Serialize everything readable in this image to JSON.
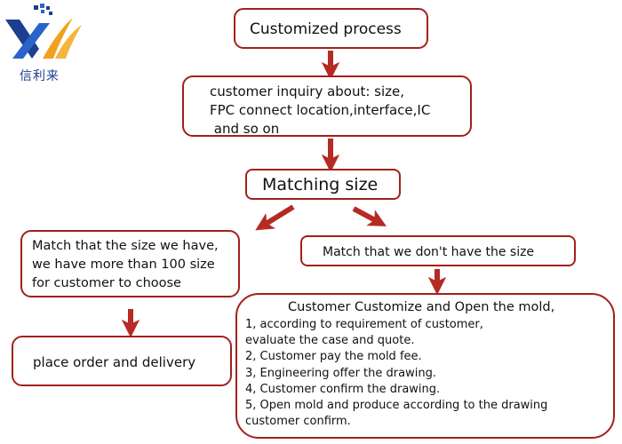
{
  "logo": {
    "text": "信利来"
  },
  "flow": {
    "title": "Customized process",
    "inquiry": "customer inquiry about: size,\nFPC connect location,interface,IC\n and so on",
    "matching": "Matching size",
    "have": "Match that the size we have,\nwe have more than 100 size\nfor customer to choose",
    "dont_have": "Match that we don't have the size",
    "order": "place order and delivery",
    "custom_title": "Customer Customize and Open the mold,",
    "custom_steps": "1, according to requirement of customer,\nevaluate the case and quote.\n2, Customer pay the mold fee.\n3, Engineering offer the drawing.\n4, Customer confirm the drawing.\n5, Open mold and produce according to the drawing\ncustomer confirm."
  },
  "colors": {
    "border": "#a3201c",
    "arrow": "#b52a23",
    "logo_blue": "#1c3f8f",
    "logo_orange": "#f0a11e"
  }
}
